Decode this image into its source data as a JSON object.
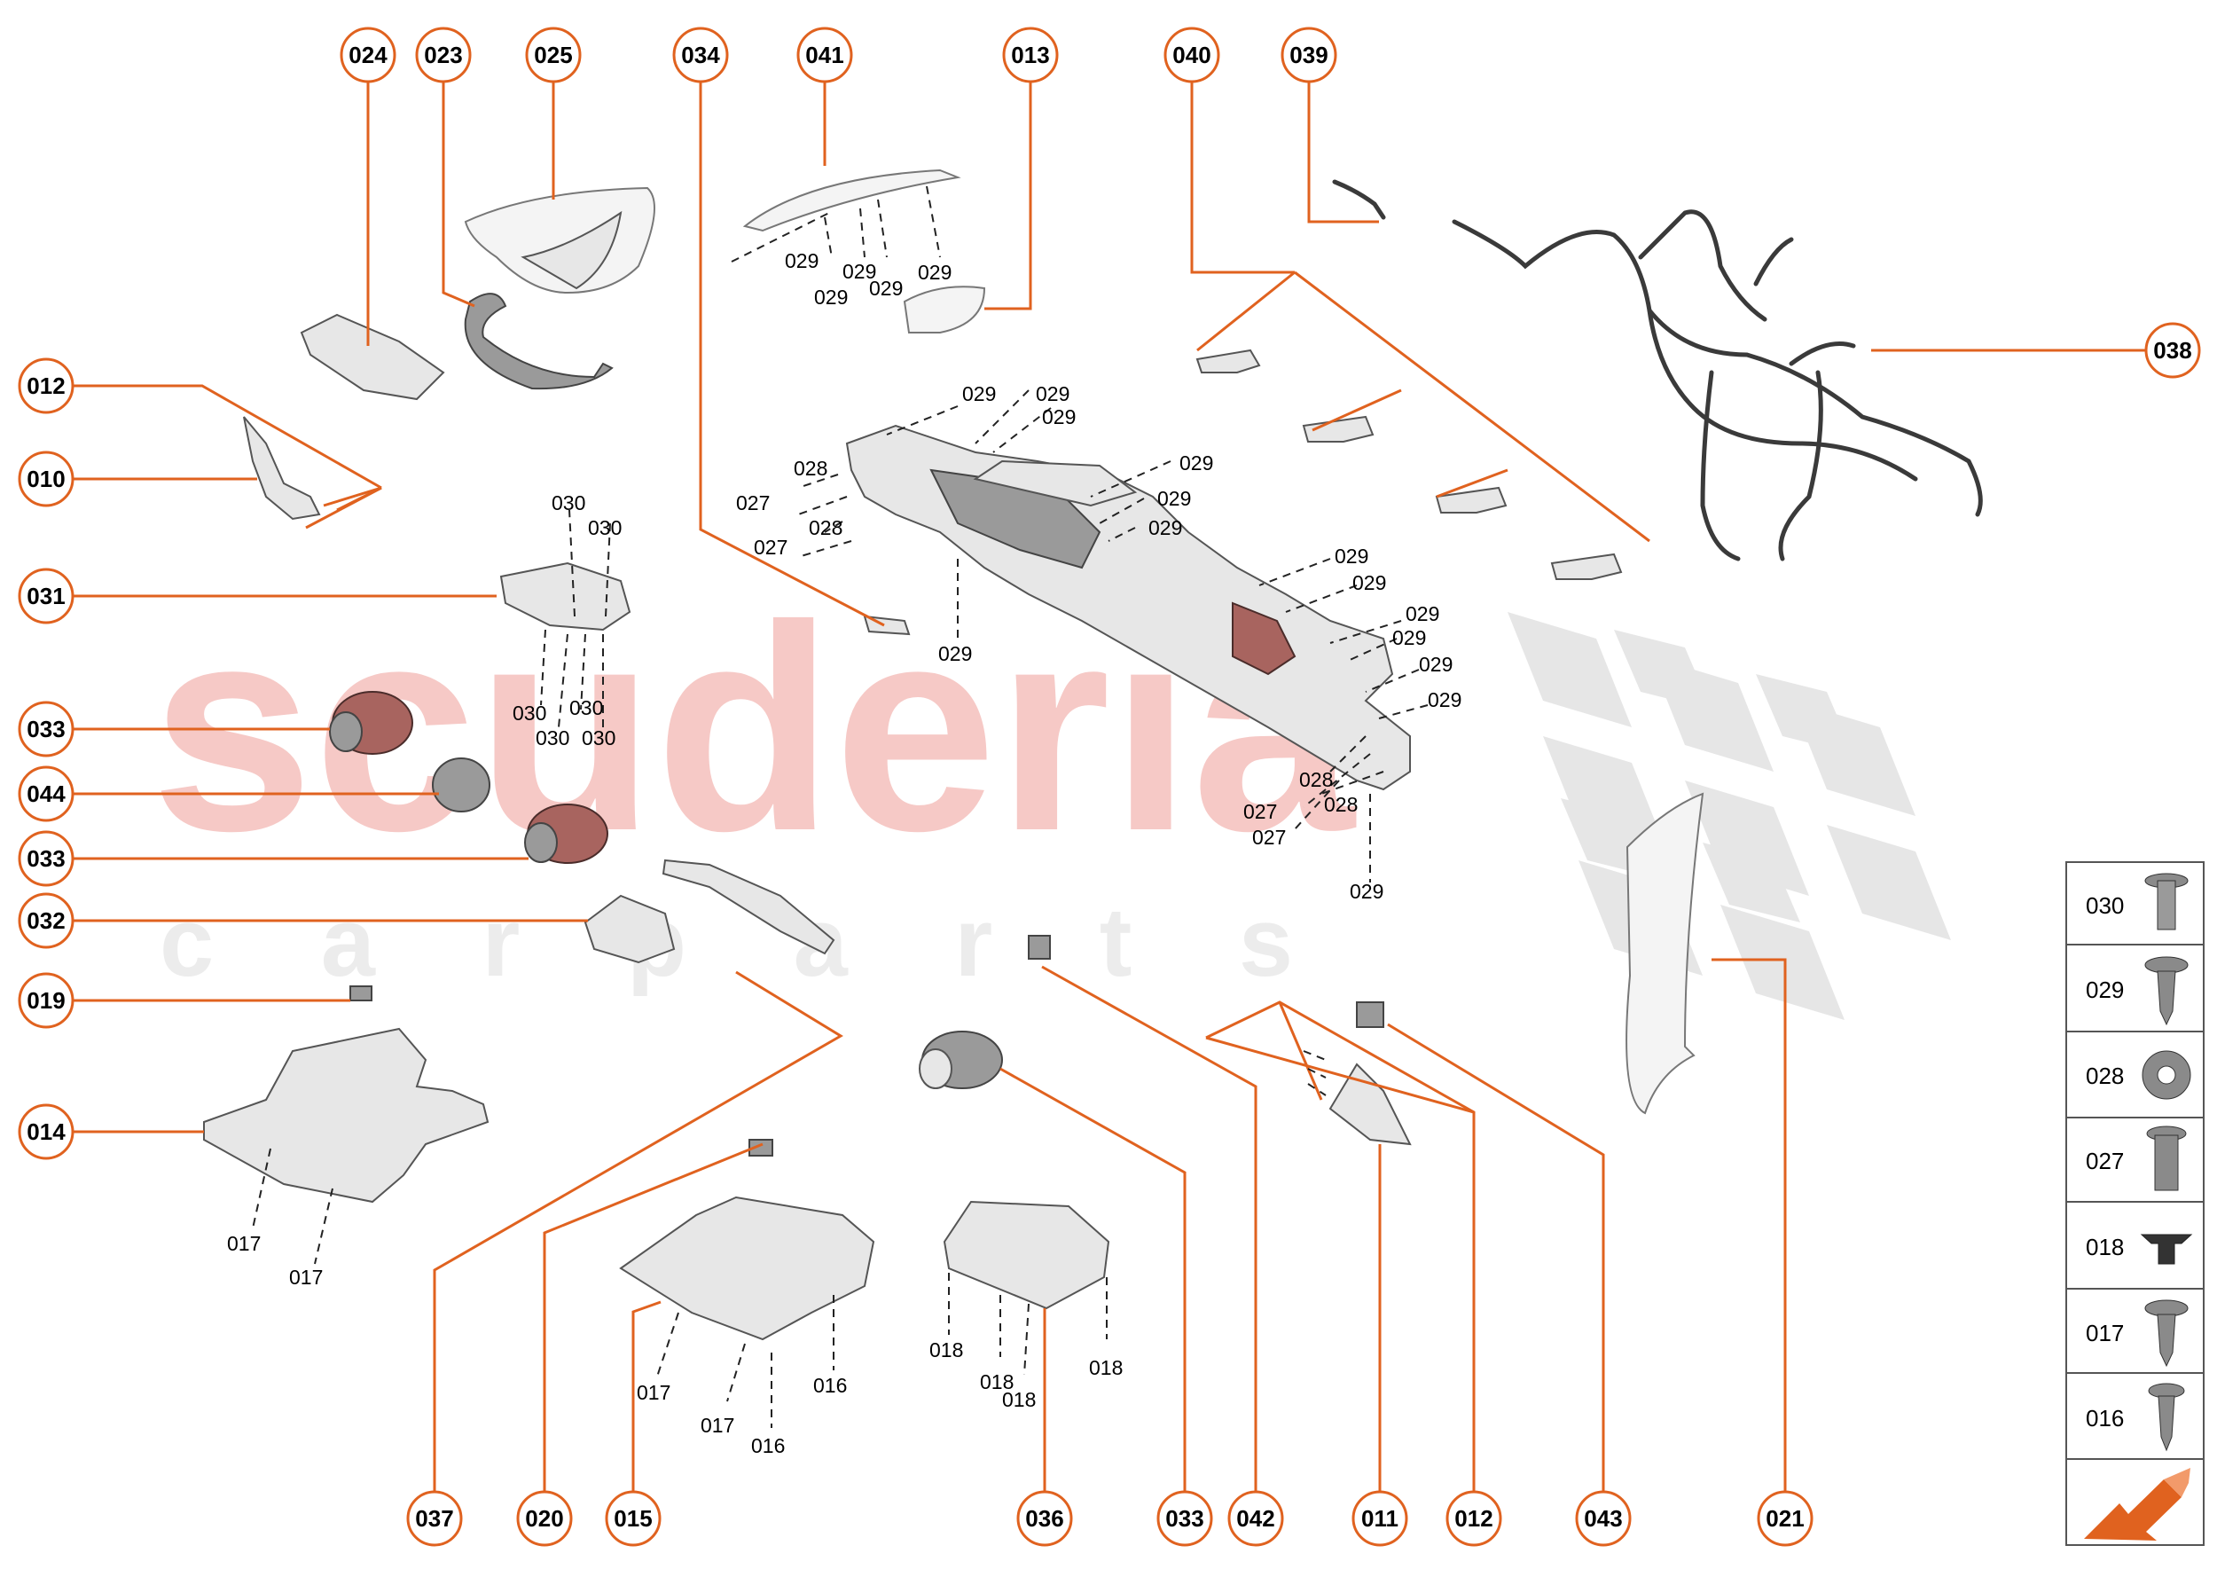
{
  "watermark": {
    "main": "scuderia",
    "sub": "c a r   p a r t s",
    "main_color": "#f6c9c6",
    "sub_color": "#ececec"
  },
  "colors": {
    "accent": "#e0621f",
    "ink": "#000000"
  },
  "callouts": [
    {
      "id": "c024",
      "label": "024"
    },
    {
      "id": "c023",
      "label": "023"
    },
    {
      "id": "c025",
      "label": "025"
    },
    {
      "id": "c034",
      "label": "034"
    },
    {
      "id": "c041",
      "label": "041"
    },
    {
      "id": "c013",
      "label": "013"
    },
    {
      "id": "c040",
      "label": "040"
    },
    {
      "id": "c039",
      "label": "039"
    },
    {
      "id": "c038",
      "label": "038"
    },
    {
      "id": "c012a",
      "label": "012"
    },
    {
      "id": "c010",
      "label": "010"
    },
    {
      "id": "c031",
      "label": "031"
    },
    {
      "id": "c033a",
      "label": "033"
    },
    {
      "id": "c044",
      "label": "044"
    },
    {
      "id": "c033b",
      "label": "033"
    },
    {
      "id": "c032",
      "label": "032"
    },
    {
      "id": "c019",
      "label": "019"
    },
    {
      "id": "c014",
      "label": "014"
    },
    {
      "id": "c037",
      "label": "037"
    },
    {
      "id": "c020",
      "label": "020"
    },
    {
      "id": "c015",
      "label": "015"
    },
    {
      "id": "c036",
      "label": "036"
    },
    {
      "id": "c033c",
      "label": "033"
    },
    {
      "id": "c042",
      "label": "042"
    },
    {
      "id": "c011",
      "label": "011"
    },
    {
      "id": "c012b",
      "label": "012"
    },
    {
      "id": "c043",
      "label": "043"
    },
    {
      "id": "c021",
      "label": "021"
    }
  ],
  "fastener_labels": [
    "029",
    "029",
    "029",
    "029",
    "029",
    "029",
    "029",
    "029",
    "028",
    "027",
    "028",
    "027",
    "029",
    "029",
    "029",
    "029",
    "029",
    "029",
    "029",
    "029",
    "029",
    "029",
    "028",
    "027",
    "028",
    "027",
    "029",
    "030",
    "030",
    "030",
    "030",
    "030",
    "030",
    "017",
    "017",
    "017",
    "017",
    "016",
    "016",
    "018",
    "018",
    "018",
    "018"
  ],
  "legend": [
    {
      "code": "030",
      "icon": "torx-bolt-icon"
    },
    {
      "code": "029",
      "icon": "self-tapping-screw-icon"
    },
    {
      "code": "028",
      "icon": "washer-icon"
    },
    {
      "code": "027",
      "icon": "bolt-icon"
    },
    {
      "code": "018",
      "icon": "push-clip-icon"
    },
    {
      "code": "017",
      "icon": "screw-icon"
    },
    {
      "code": "016",
      "icon": "screw-icon"
    }
  ]
}
